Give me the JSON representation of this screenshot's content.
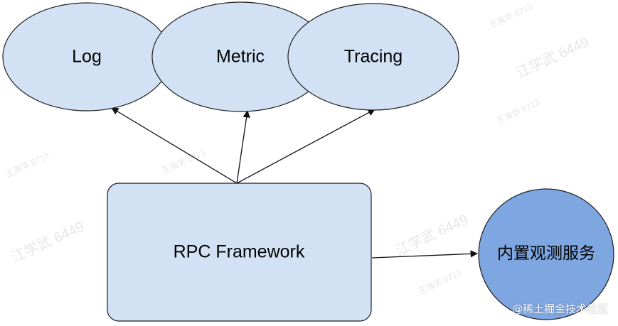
{
  "nodes": {
    "log": "Log",
    "metric": "Metric",
    "tracing": "Tracing",
    "rpc": "RPC Framework",
    "builtin": "内置观测服务"
  },
  "watermarks": {
    "primary": "江学武 6449",
    "secondary": "王海华 6713"
  },
  "credit": "@稀土掘金技术社区",
  "colors": {
    "light_fill": "#d2e1f4",
    "dark_fill": "#7ea6e0",
    "stroke": "#1f1f1f"
  }
}
